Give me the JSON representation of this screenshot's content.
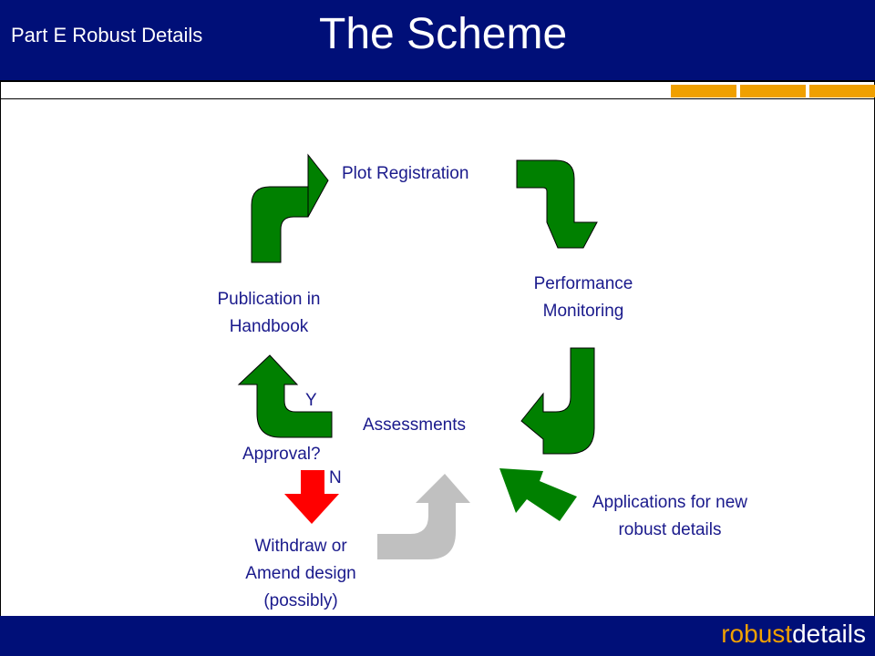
{
  "header": {
    "subtitle": "Part E Robust Details",
    "title": "The Scheme"
  },
  "footer": {
    "logo_part1": "robust",
    "logo_part2": "details"
  },
  "colors": {
    "navy": "#000f78",
    "orange": "#f0a000",
    "green": "#008000",
    "red": "#ff0000",
    "grey": "#c0c0c0",
    "text": "#1a1a8c"
  },
  "diagram": {
    "plot_registration": "Plot Registration",
    "performance_monitoring": {
      "line1": "Performance",
      "line2": "Monitoring"
    },
    "publication": {
      "line1": "Publication in",
      "line2": "Handbook"
    },
    "assessments": "Assessments",
    "approval": "Approval?",
    "yes": "Y",
    "no": "N",
    "withdraw": {
      "line1": "Withdraw or",
      "line2": "Amend design",
      "line3": "(possibly)"
    },
    "applications": {
      "line1": "Applications for new",
      "line2": "robust details"
    }
  }
}
